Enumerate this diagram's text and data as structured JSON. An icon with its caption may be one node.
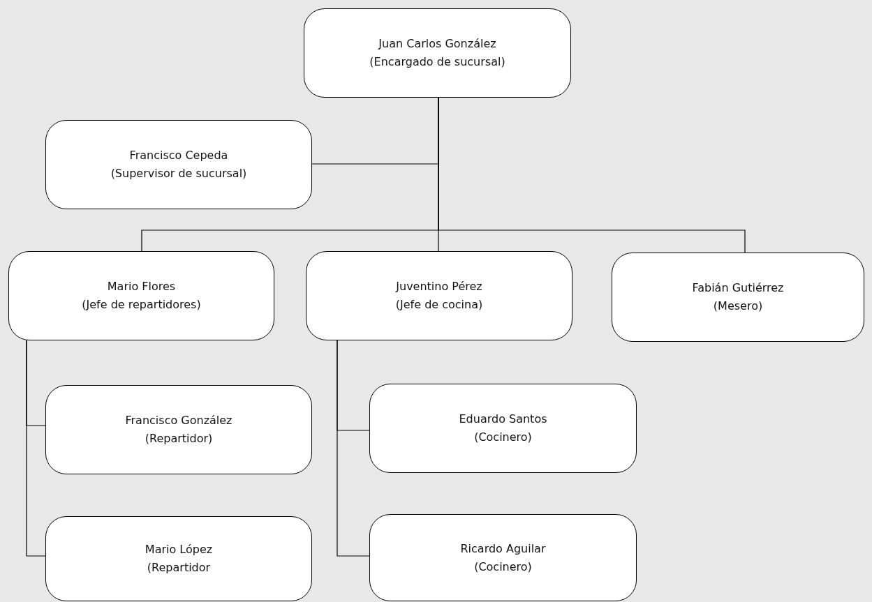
{
  "diagram": {
    "nodes": [
      {
        "text": [
          "Juan Carlos González",
          "(Encargado de sucursal)"
        ]
      },
      {
        "text": [
          "Francisco Cepeda",
          "(Supervisor de sucursal)"
        ]
      },
      {
        "text": [
          "Mario Flores",
          "(Jefe de repartidores)"
        ]
      },
      {
        "text": [
          "Juventino Pérez",
          "(Jefe de cocina)"
        ]
      },
      {
        "text": [
          "Fabián Gutiérrez",
          "(Mesero)"
        ]
      },
      {
        "text": [
          "Francisco González",
          "(Repartidor)"
        ]
      },
      {
        "text": [
          "Eduardo Santos",
          "(Cocinero)"
        ]
      },
      {
        "text": [
          "Mario López",
          "(Repartidor"
        ]
      },
      {
        "text": [
          "Ricardo Aguilar",
          "(Cocinero)"
        ]
      }
    ],
    "edges": [
      {
        "from": 0,
        "to": 1,
        "arrow": "none"
      },
      {
        "from": 0,
        "to": 2,
        "arrow": "none"
      },
      {
        "from": 0,
        "to": 3,
        "arrow": "none"
      },
      {
        "from": 0,
        "to": 4,
        "arrow": "none"
      },
      {
        "from": 2,
        "to": 5,
        "arrow": "none"
      },
      {
        "from": 2,
        "to": 7,
        "arrow": "none"
      },
      {
        "from": 3,
        "to": 6,
        "arrow": "none"
      },
      {
        "from": 3,
        "to": 8,
        "arrow": "none"
      }
    ]
  }
}
